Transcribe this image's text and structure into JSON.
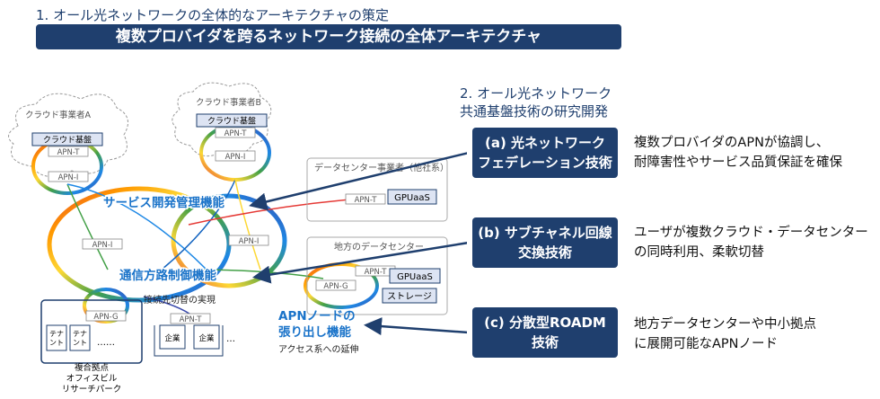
{
  "heading1": "1. オール光ネットワークの全体的なアーキテクチャの策定",
  "banner": "複数プロバイダを跨るネットワーク接続の全体アーキテクチャ",
  "heading2": [
    "2. オール光ネットワーク",
    "共通基盤技術の研究開発"
  ],
  "techniques": [
    {
      "title": [
        "(a) 光ネットワーク",
        "フェデレーション技術"
      ],
      "desc": [
        "複数プロバイダのAPNが協調し、",
        "耐障害性やサービス品質保証を確保"
      ]
    },
    {
      "title": [
        "(b) サブチャネル回線",
        "交換技術"
      ],
      "desc": [
        "ユーザが複数クラウド・データセンター",
        "の同時利用、柔軟切替"
      ]
    },
    {
      "title": [
        "(c) 分散型ROADM",
        "技術"
      ],
      "desc": [
        "地方データセンターや中小拠点",
        "に展開可能なAPNノード"
      ]
    }
  ],
  "diagram": {
    "cloudA": "クラウド事業者A",
    "cloudB": "クラウド事業者B",
    "cloud_base": "クラウド基盤",
    "apn_t": "APN-T",
    "apn_i": "APN-I",
    "apn_g": "APN-G",
    "dc_operator": "データセンター事業者（他社系）",
    "gpuaas": "GPUaaS",
    "regional_dc": "地方のデータセンター",
    "storage": "ストレージ",
    "service_mgmt": "サービス開発管理機能",
    "path_ctrl": "通信方路制御機能",
    "switch_dest": "接続先切替の実現",
    "apn_node": [
      "APNノードの",
      "張り出し機能"
    ],
    "access": "アクセス系への延伸",
    "tenant": [
      "テナ",
      "ント"
    ],
    "enterprise": "企業",
    "ellipsis": "……",
    "ellipsis2": "…",
    "site": [
      "複合拠点",
      "オフィスビル",
      "リサーチパーク"
    ]
  },
  "colors": {
    "navy": "#1f3f6e",
    "blue_text": "#1a73c9"
  }
}
